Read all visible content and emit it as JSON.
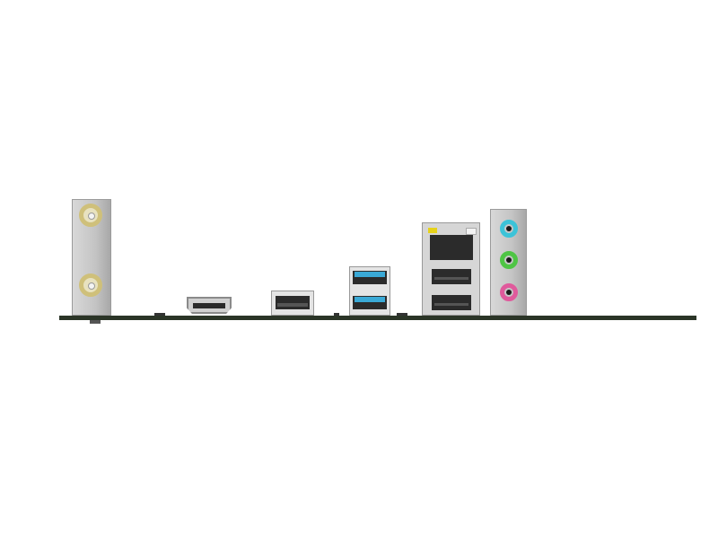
{
  "colors": {
    "pcb": "#2b3527",
    "bracket": "#c8c8c8",
    "antenna_gold": "#cfc07a",
    "usb3_blue": "#3aa9d6",
    "audio_line_in": "#3bc3d8",
    "audio_line_out": "#4fc545",
    "audio_mic": "#e05a9c",
    "led_yellow": "#e6d21a"
  },
  "icons": [
    "antenna-connector",
    "hdmi-port",
    "usb2-port",
    "usb3-port",
    "rj45-port",
    "audio-jack"
  ]
}
